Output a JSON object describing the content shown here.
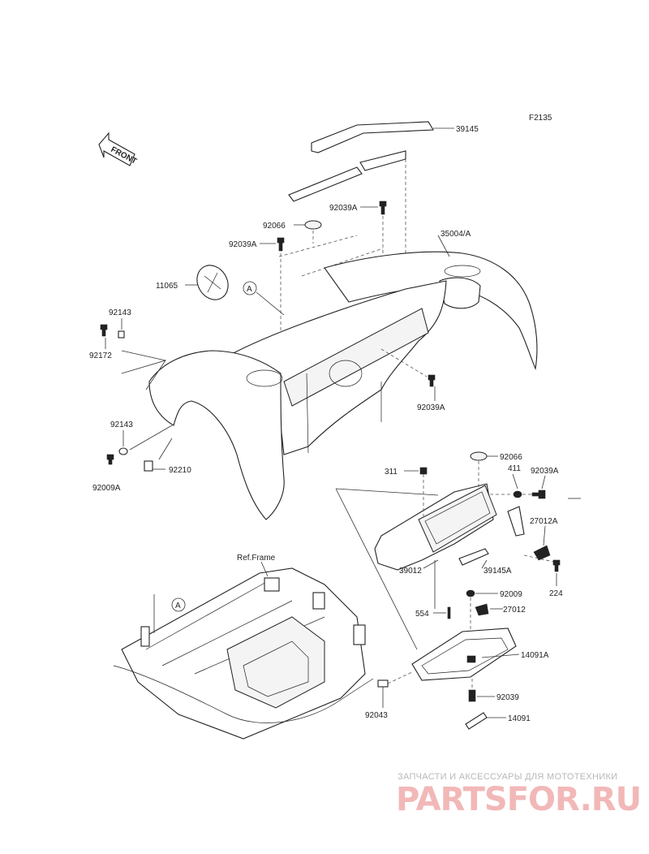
{
  "figure_code": "F2135",
  "front_label": "FRONT",
  "ref_frame_label": "Ref.Frame",
  "callout_letter": "A",
  "part_labels": {
    "p39145": "39145",
    "p92039A_top": "92039A",
    "p92066_top": "92066",
    "p35004A": "35004/A",
    "p92039A_left": "92039A",
    "p11065": "11065",
    "p92143_top": "92143",
    "p92172": "92172",
    "p92039A_mid": "92039A",
    "p92143_bottom": "92143",
    "p92009A": "92009A",
    "p92210": "92210",
    "p311": "311",
    "p92066_right": "92066",
    "p411": "411",
    "p92039A_right": "92039A",
    "p27012A": "27012A",
    "p39012": "39012",
    "p39145A": "39145A",
    "p224": "224",
    "p554": "554",
    "p92009": "92009",
    "p27012": "27012",
    "p14091A": "14091A",
    "p92039": "92039",
    "p92043": "92043",
    "p14091": "14091"
  },
  "watermark": {
    "subtitle": "ЗАПЧАСТИ И АКСЕССУАРЫ ДЛЯ МОТОТЕХНИКИ",
    "brand": "PARTSFOR.RU",
    "color": "#f2b8b8"
  }
}
